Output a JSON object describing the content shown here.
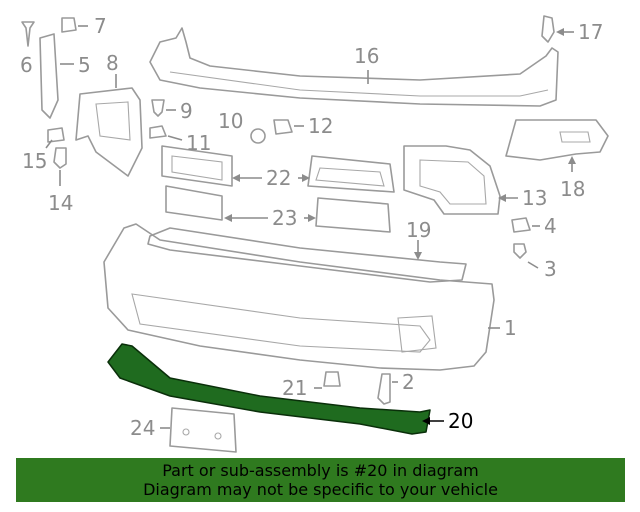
{
  "callouts": {
    "n1": "1",
    "n2": "2",
    "n3": "3",
    "n4": "4",
    "n5": "5",
    "n6": "6",
    "n7": "7",
    "n8": "8",
    "n9": "9",
    "n10": "10",
    "n11": "11",
    "n12": "12",
    "n13": "13",
    "n14": "14",
    "n15": "15",
    "n16": "16",
    "n17": "17",
    "n18": "18",
    "n19": "19",
    "n20": "20",
    "n21": "21",
    "n22": "22",
    "n23": "23",
    "n24": "24"
  },
  "highlight": {
    "part": "20",
    "color": "#1f6b1f"
  },
  "banner": {
    "line1": "Part or sub-assembly is #20 in diagram",
    "line2": "Diagram may not be specific to your vehicle",
    "background": "#2f7a1f"
  }
}
